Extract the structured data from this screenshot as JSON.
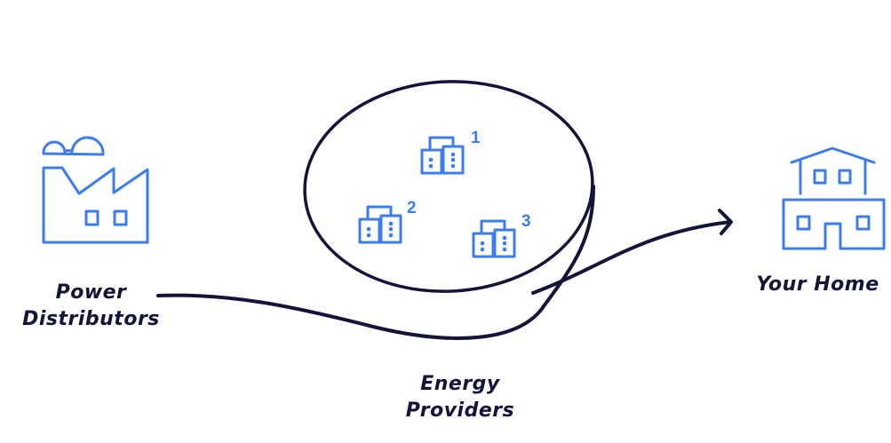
{
  "colors": {
    "icon_blue": "#3b7cf0",
    "ink": "#14143a",
    "background": "#ffffff"
  },
  "nodes": {
    "distributors": {
      "label_line1": "Power",
      "label_line2": "Distributors",
      "icon": "factory-icon"
    },
    "providers": {
      "label_line1": "Energy",
      "label_line2": "Providers",
      "items": [
        {
          "number": "1",
          "icon": "office-buildings-icon"
        },
        {
          "number": "2",
          "icon": "office-buildings-icon"
        },
        {
          "number": "3",
          "icon": "office-buildings-icon"
        }
      ]
    },
    "home": {
      "label": "Your Home",
      "icon": "house-icon"
    }
  },
  "connector": {
    "type": "curved-arrow",
    "from": "Power Distributors",
    "to": "Your Home",
    "through": "Energy Providers"
  }
}
